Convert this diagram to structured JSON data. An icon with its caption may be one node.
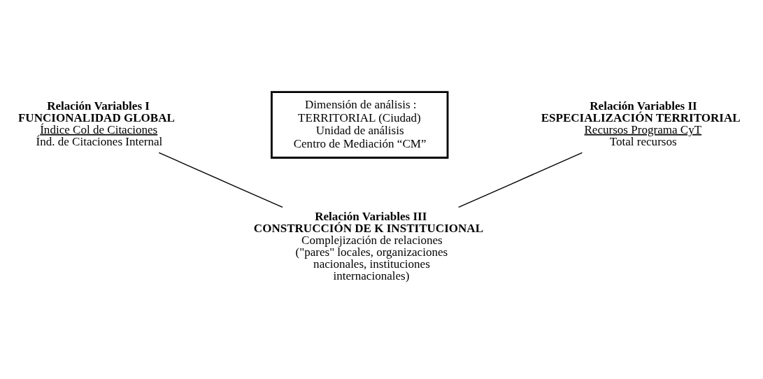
{
  "diagram": {
    "nodes": [
      {
        "text": [
          "Relación Variables I",
          "FUNCIONALIDAD GLOBAL",
          "Índice Col de Citaciones",
          "Índ. de Citaciones Internal"
        ]
      },
      {
        "text": [
          "Relación Variables II",
          "ESPECIALIZACIÓN TERRITORIAL",
          "Recursos Programa CyT",
          "Total recursos"
        ]
      },
      {
        "text": [
          "Dimensión de análisis :",
          "TERRITORIAL (Ciudad)",
          "Unidad de análisis",
          "Centro de Mediación “CM”"
        ]
      },
      {
        "text": [
          "Relación Variables III",
          "CONSTRUCCIÓN DE K INSTITUCIONAL",
          "Complejización de relaciones (\"pares\" locales, organizaciones nacionales, instituciones internacionales)"
        ]
      }
    ],
    "edges": [
      {
        "from": 0,
        "to": 3,
        "arrow": "none"
      },
      {
        "from": 1,
        "to": 3,
        "arrow": "none"
      }
    ]
  }
}
